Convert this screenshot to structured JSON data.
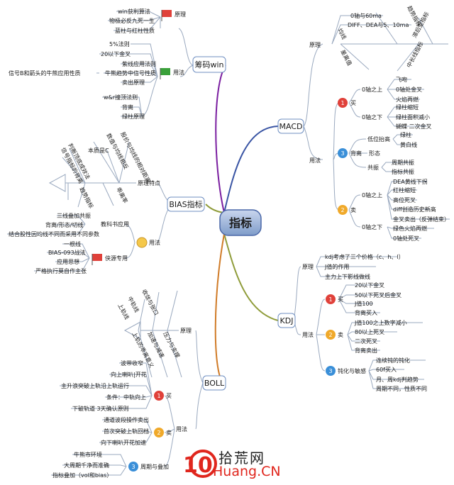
{
  "center": "指标",
  "colors": {
    "center_fill": "#7f9cc9",
    "line": "#9aa9bf",
    "box": "#6f8fc2"
  },
  "macd": {
    "title": "MACD",
    "yuanli": "原理",
    "diag": [
      "均线",
      "差离值",
      "趋势指标",
      "滞后型指标",
      "中长线指标"
    ],
    "top1": "0轴与60ma",
    "top2": "DIFF、DEA与5、10ma",
    "yongfa": "用法",
    "buy": "买",
    "sell": "卖",
    "above0": "0轴之上",
    "below0": "0轴之下",
    "buy_up": [
      "飞吻",
      "0轴处金叉",
      "火焰再燃"
    ],
    "buy_down": [
      "绿柱缩短",
      "绿柱面积减小",
      "蝴蝶 二次金叉"
    ],
    "b3": "背离",
    "dilow": "低位抬高",
    "greenbar": "绿柱",
    "yellowline": "黄白线",
    "xingtai": "形态",
    "gongzhen": "共振",
    "gz": [
      "周期共振",
      "指标共振"
    ],
    "sell_up": [
      "DEA黄线下拐",
      "红柱缩短",
      "高位死叉",
      "diff创造历史新高",
      "金叉卖出（反弹结束）"
    ],
    "sell_down": [
      "绿色火焰再燃",
      "0轴处死叉"
    ]
  },
  "kdj": {
    "title": "KDJ",
    "yuanli": "原理",
    "yl": [
      "kdj考虑了三个价格（c、h、l）",
      "J值的作用",
      "主力上下影线做线"
    ],
    "yongfa": "用法",
    "buy": "买",
    "buy_items": [
      "20以下金叉",
      "50以下死叉后金叉",
      "J值100",
      "背离买入"
    ],
    "sell": "卖",
    "sell_items": [
      "J值100之上数字减小",
      "80以上死叉",
      "二次死叉",
      "背离卖出"
    ],
    "blunt": "钝化与敏感",
    "blunt_items": [
      "连续钝的钝化",
      "60f买入",
      "月、周kdj判趋势",
      "周期不同，性质不同"
    ]
  },
  "chouma": {
    "title": "筹码win",
    "yuanli": "原理",
    "yl": [
      "win获利算法",
      "物极必反九死一生",
      "蓝柱与红柱性质"
    ],
    "yongfa": "用法",
    "yf": [
      "5%法则",
      "20以下金叉",
      "紫线应用法则",
      "牛熊趋势中信号性质",
      "卖出原理"
    ],
    "left": "信号B和箭头的牛熊应用性质",
    "yf2": [
      "w&r撞顶法则",
      "背离",
      "绿柱原理"
    ]
  },
  "bias": {
    "title": "BIAS指标",
    "tedian": "原理特点",
    "bzc": "本质是C",
    "rot": [
      "数值与均线相反",
      "股价与均线的相对距离",
      "乖离率"
    ],
    "rot2": [
      "判断顶底成效法",
      "信号指标的背离",
      "趋势指标"
    ],
    "yongfa": "用法",
    "jiaokeshu": "教科书应用",
    "jks": [
      "三线叠加共振",
      "背离/形态/切线",
      "结合股性因均线不同而采用不同参数"
    ],
    "shiyuan": "侠源专用",
    "sy": [
      "一根线",
      "BIAS-093战法",
      "应用思想",
      "严格执行莫自作主张"
    ]
  },
  "boll": {
    "title": "BOLL",
    "yuanli": "原理",
    "rot": [
      "收敛与张口",
      "中轨线",
      "上轨线",
      "压力与支撑",
      "加速与减速",
      "上轨的乖离意义"
    ],
    "yongfa": "用法",
    "buy": "买",
    "buy_items": [
      "波带收窄",
      "向上喇叭|开花",
      "主升浪突破上轨沿上轨运行",
      "条件：中轨向上",
      "下破轨道 3天确认原则"
    ],
    "sell": "卖",
    "sell_items": [
      "通道波段操作卖出",
      "首次突破上轨回档",
      "向下喇叭开花加速"
    ],
    "zhouqi": "周期与叠加",
    "zq_items": [
      "牛熊市环境",
      "大周期千净而准确",
      "指标叠加（vol和bias）"
    ]
  },
  "watermark": {
    "cn": "拾荒网",
    "en": "Huang.CN",
    "num": "10"
  }
}
